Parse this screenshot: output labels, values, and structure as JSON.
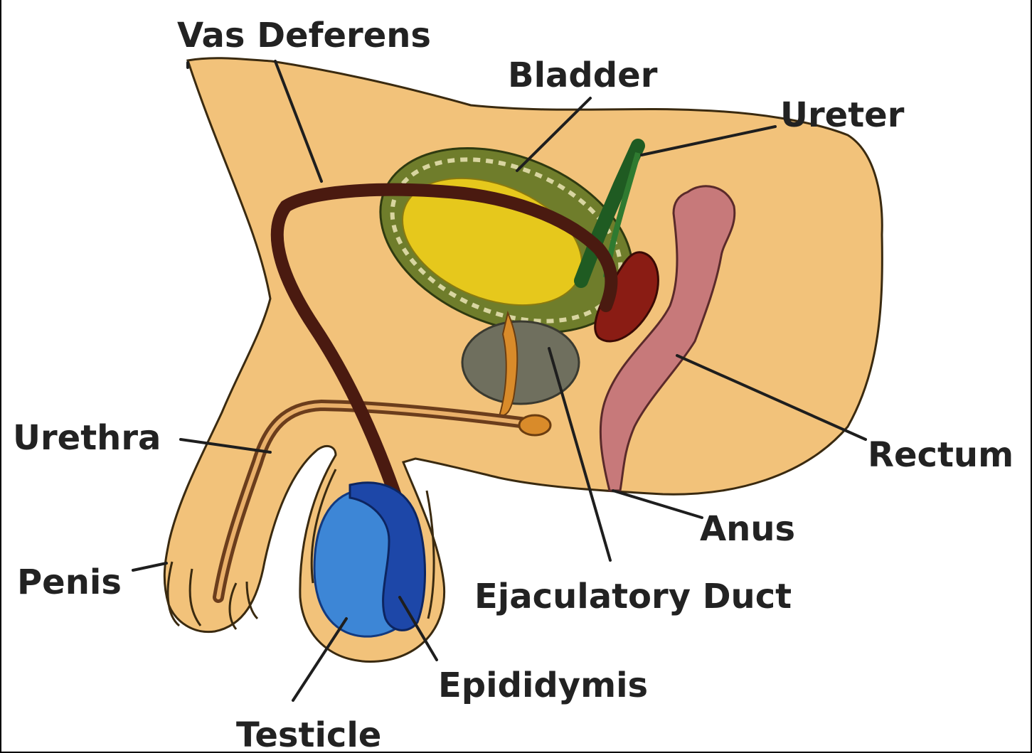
{
  "labels": {
    "vas_deferens": "Vas Deferens",
    "bladder": "Bladder",
    "ureter": "Ureter",
    "urethra": "Urethra",
    "rectum": "Rectum",
    "anus": "Anus",
    "penis": "Penis",
    "ejaculatory_duct": "Ejaculatory Duct",
    "epididymis": "Epididymis",
    "testicle": "Testicle"
  },
  "colors": {
    "body": "#f2c27a",
    "outline": "#3a2a10",
    "vas_deferens": "#4a1a10",
    "bladder_wall": "#6f7d2b",
    "bladder_inner": "#e6c81c",
    "ureter": "#1f5b22",
    "seminal_vesicle": "#8a1c14",
    "prostate": "#6f6f5e",
    "rectum": "#c7797a",
    "testicle": "#3d86d6",
    "epididymis": "#1d47a8",
    "urethra": "#6b3d1c"
  }
}
